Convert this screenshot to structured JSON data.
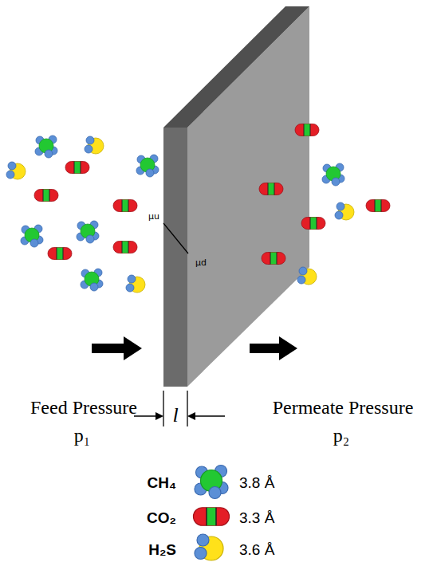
{
  "diagram": {
    "labels": [
      "μu",
      "μd",
      "Feed Pressure",
      "p₁",
      "Permeate Pressure",
      "p₂",
      "l",
      "3.8 Å",
      "3.3 Å",
      "3.6 Å"
    ],
    "legend": [
      {
        "text": "CH₄"
      },
      {
        "text": "CO₂"
      },
      {
        "text": "H₂S"
      }
    ]
  }
}
